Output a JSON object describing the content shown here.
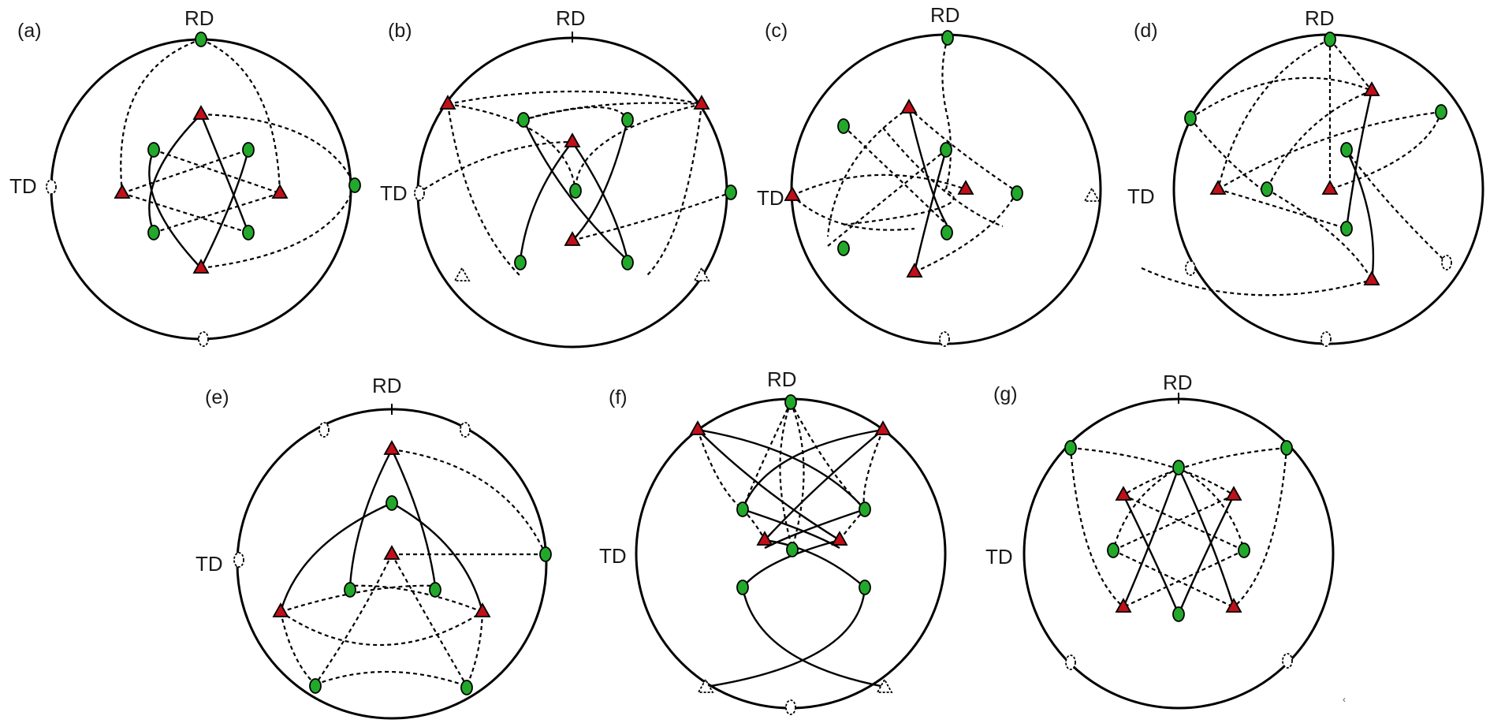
{
  "axis_labels": {
    "rd": "RD",
    "td": "TD"
  },
  "colors": {
    "triangle": "#c0101a",
    "circle": "#22a82a",
    "outline": "#000000",
    "hollow": "#ffffff",
    "background": "#ffffff"
  },
  "panels": [
    {
      "id": "a",
      "label": "(a)"
    },
    {
      "id": "b",
      "label": "(b)"
    },
    {
      "id": "c",
      "label": "(c)"
    },
    {
      "id": "d",
      "label": "(d)"
    },
    {
      "id": "e",
      "label": "(e)"
    },
    {
      "id": "f",
      "label": "(f)"
    },
    {
      "id": "g",
      "label": "(g)"
    }
  ],
  "stray_mark": "‹"
}
